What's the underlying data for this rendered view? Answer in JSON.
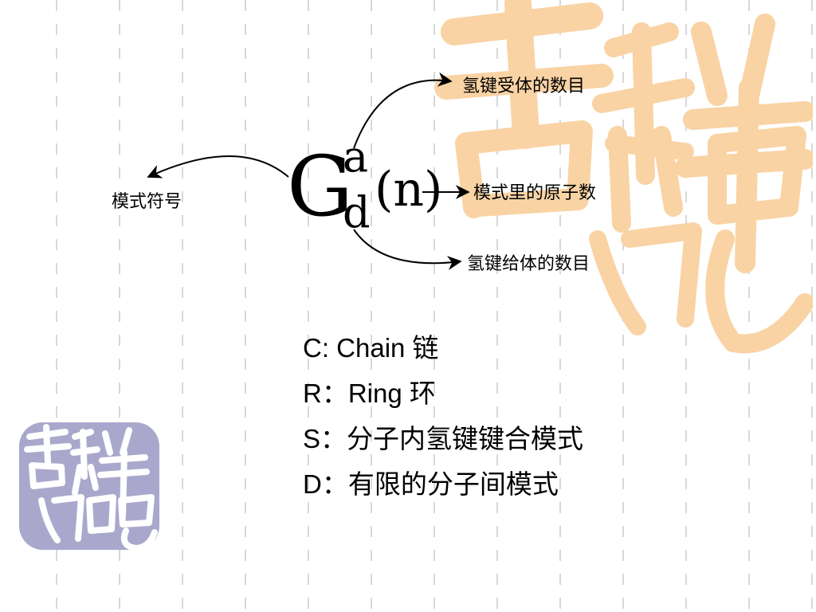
{
  "notation": {
    "symbol": "G",
    "superscript": "a",
    "subscript": "d",
    "paren_value": "(n)"
  },
  "labels": {
    "pattern_symbol": "模式符号",
    "acceptor_count": "氢键受体的数目",
    "atom_count": "模式里的原子数",
    "donor_count": "氢键给体的数目"
  },
  "legend": [
    "C: Chain 链",
    "R：Ring 环",
    "S：分子内氢键键合模式",
    "D：有限的分子间模式"
  ],
  "colors": {
    "stamp_large": "#f9d3a4",
    "stamp_small": "#a9a8cc",
    "gridline": "#d8d8d8",
    "ink": "#000000"
  }
}
